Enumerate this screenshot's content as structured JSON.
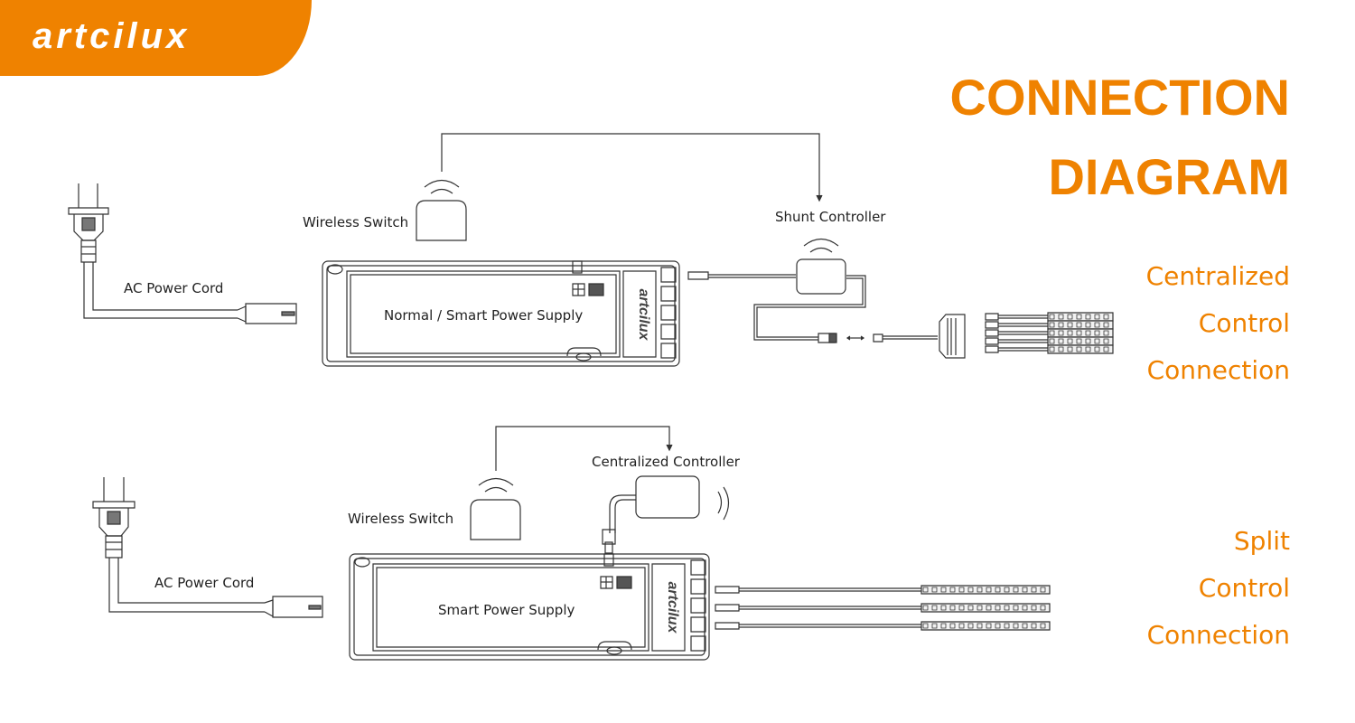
{
  "brand": {
    "logo_text": "artcilux",
    "accent_color": "#ef8200"
  },
  "title": {
    "line1": "CONNECTION",
    "line2": "DIAGRAM"
  },
  "sections": [
    {
      "id": "centralized",
      "label_lines": [
        "Centralized",
        "Control",
        "Connection"
      ],
      "components": {
        "ac_cord": "AC Power Cord",
        "wireless_switch": "Wireless Switch",
        "power_supply": "Normal / Smart Power Supply",
        "controller": "Shunt Controller"
      },
      "led_strip_count": 5
    },
    {
      "id": "split",
      "label_lines": [
        "Split",
        "Control",
        "Connection"
      ],
      "components": {
        "ac_cord": "AC Power Cord",
        "wireless_switch": "Wireless Switch",
        "power_supply": "Smart Power Supply",
        "controller": "Centralized Controller"
      },
      "led_strip_count": 3
    }
  ],
  "icons": {
    "plug": "ac-plug-icon",
    "wireless": "wireless-signal-icon",
    "power_supply": "power-supply-box-icon",
    "led_strip": "led-strip-icon"
  }
}
